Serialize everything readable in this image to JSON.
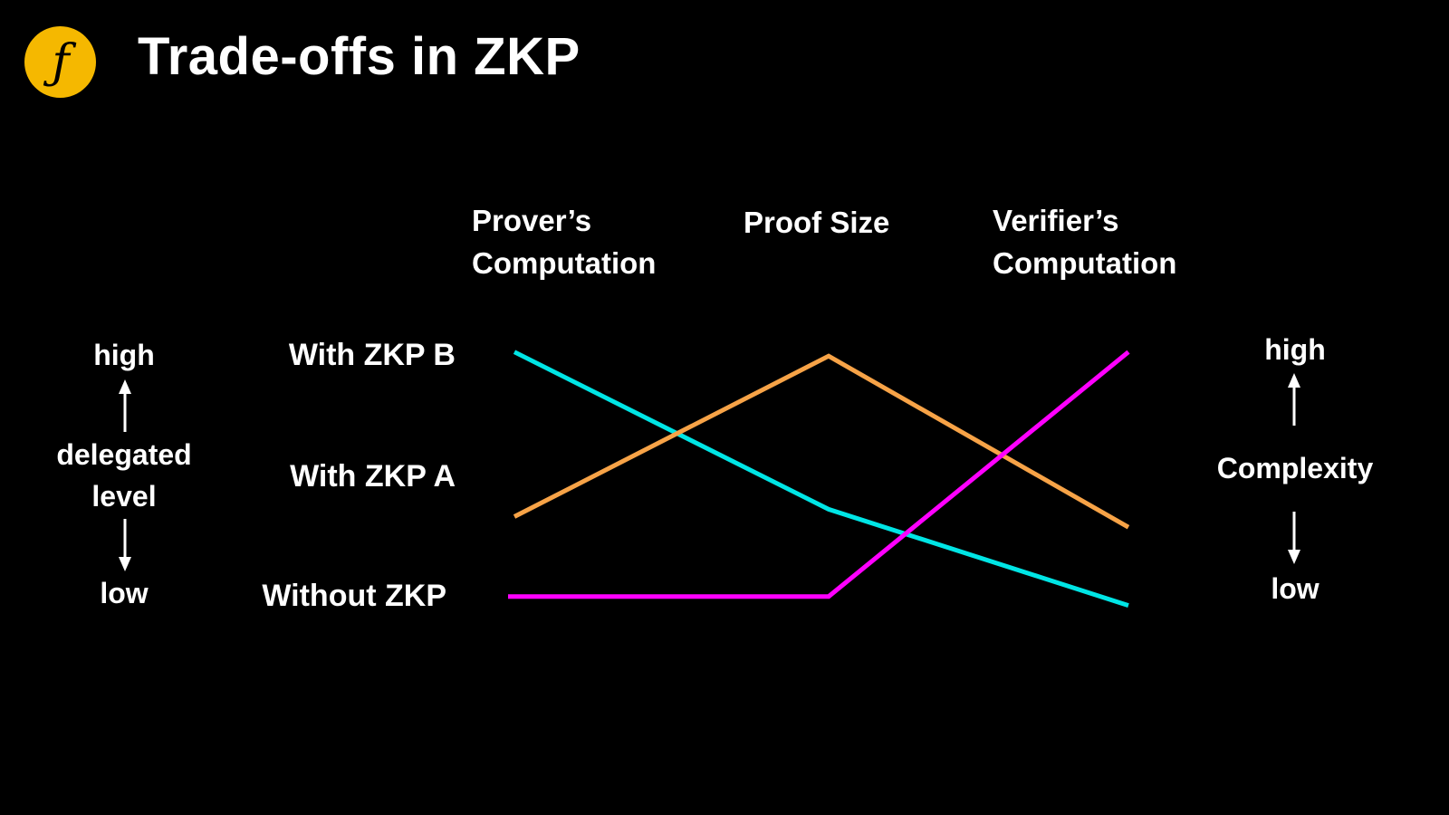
{
  "title": "Trade-offs in ZKP",
  "logo": {
    "glyph": "ƒ",
    "color": "#f5b800",
    "icon": "florin-logo-icon"
  },
  "left_axis": {
    "high": "high",
    "label_line1": "delegated",
    "label_line2": "level",
    "low": "low"
  },
  "right_axis": {
    "high": "high",
    "label": "Complexity",
    "low": "low"
  },
  "chart_data": {
    "type": "line",
    "categories": [
      {
        "line1": "Prover’s",
        "line2": "Computation"
      },
      {
        "line1": "Proof Size",
        "line2": ""
      },
      {
        "line1": "Verifier’s",
        "line2": "Computation"
      }
    ],
    "rows": [
      "With ZKP B",
      "With ZKP A",
      "Without ZKP"
    ],
    "series": [
      {
        "values": [
          2.97,
          1.04,
          -0.14
        ],
        "color": "#00e5e5"
      },
      {
        "values": [
          0.95,
          2.92,
          0.82
        ],
        "color": "#f7a347"
      },
      {
        "values": [
          -0.03,
          -0.03,
          2.97
        ],
        "color": "#ff00ff"
      }
    ],
    "ylim": [
      -0.2,
      3.2
    ],
    "y_meaning": "complexity: low to high"
  }
}
